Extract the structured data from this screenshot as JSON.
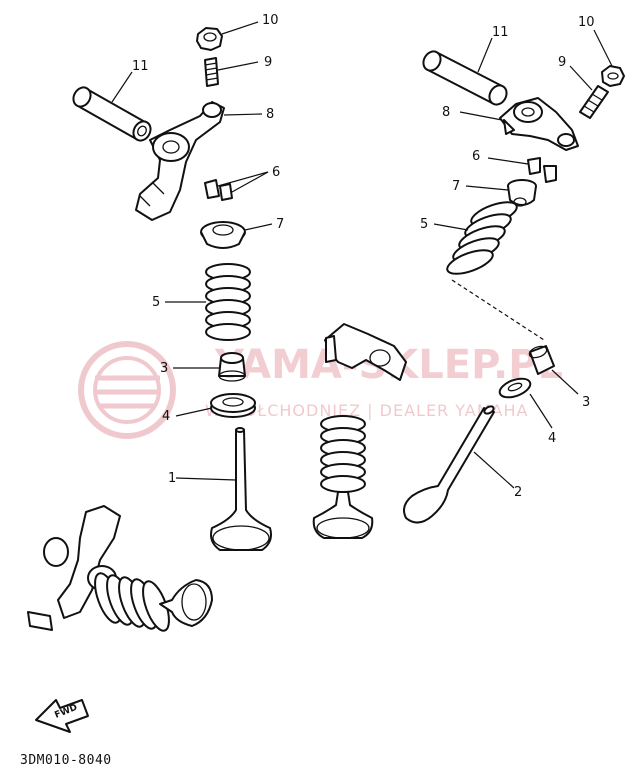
{
  "diagram": {
    "reference_code": "3DM010-8040",
    "fwd_label": "FWD",
    "watermark": {
      "main": "YAMA-SKLEP.PL",
      "sub": "WSPÓŁCHODNIEZ | DEALER YAMAHA",
      "color": "#e9a6ad"
    },
    "callouts_left": [
      "10",
      "9",
      "11",
      "8",
      "6",
      "7",
      "5",
      "3",
      "4",
      "1"
    ],
    "callouts_right": [
      "11",
      "10",
      "9",
      "8",
      "6",
      "7",
      "5",
      "3",
      "4",
      "2"
    ]
  }
}
